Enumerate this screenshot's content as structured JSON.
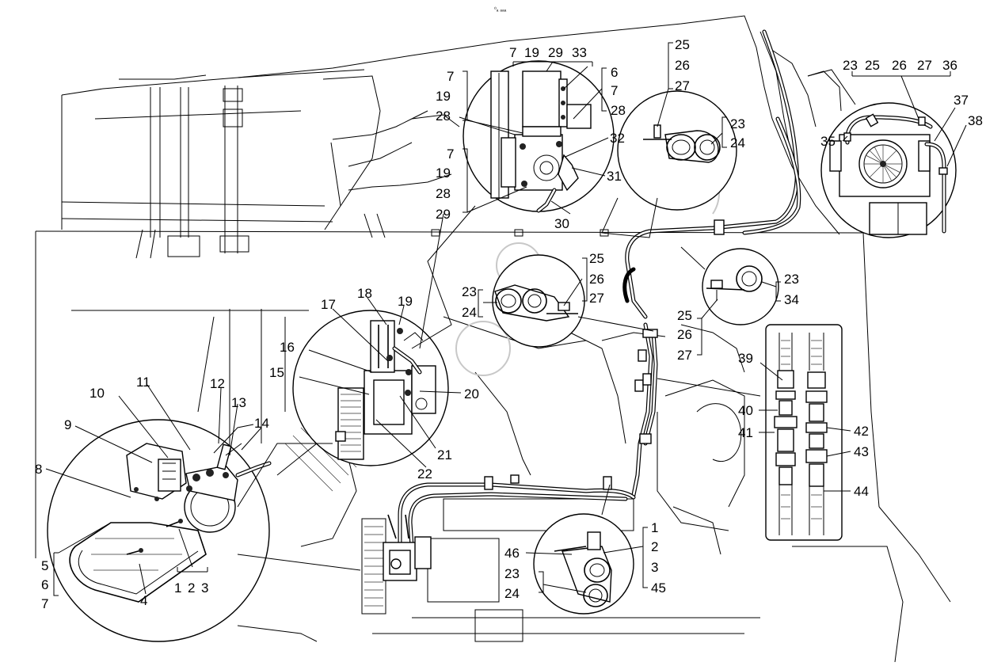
{
  "header_mark": "⁰ₐ ₐₐₐ",
  "callouts": {
    "c1": "1",
    "c2": "2",
    "c3": "3",
    "c4": "4",
    "c5": "5",
    "c6": "6",
    "c7": "7",
    "c8": "8",
    "c9": "9",
    "c10": "10",
    "c11": "11",
    "c12": "12",
    "c13": "13",
    "c14": "14",
    "c15": "15",
    "c16": "16",
    "c17": "17",
    "c18": "18",
    "c19": "19",
    "c20": "20",
    "c21": "21",
    "c22": "22",
    "c23": "23",
    "c24": "24",
    "c25": "25",
    "c26": "26",
    "c27": "27",
    "c28": "28",
    "c29": "29",
    "c30": "30",
    "c31": "31",
    "c32": "32",
    "c33": "33",
    "c34": "34",
    "c35": "35",
    "c36": "36",
    "c37": "37",
    "c38": "38",
    "c39": "39",
    "c40": "40",
    "c41": "41",
    "c42": "42",
    "c43": "43",
    "c44": "44",
    "c45": "45",
    "c46": "46"
  }
}
